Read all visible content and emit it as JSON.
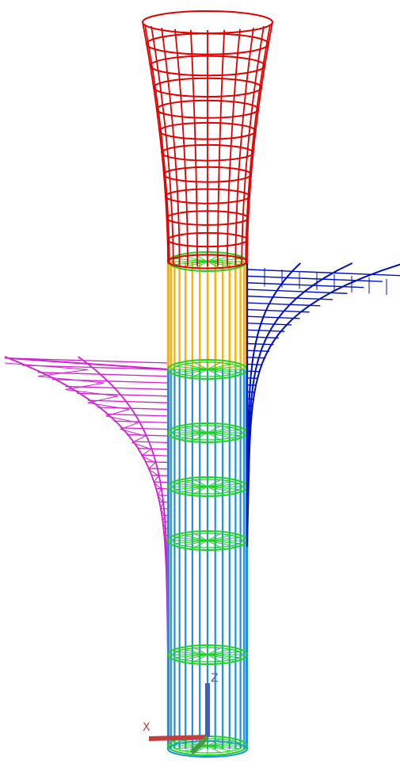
{
  "viewport": {
    "background": "#ffffff",
    "view": "3d-wireframe"
  },
  "colors": {
    "funnel": "#e00000",
    "throat": "#ffb000",
    "column": "#1e8fe8",
    "rings": "#1fd21f",
    "right_wing": "#0010c0",
    "left_wing": "#d020d0",
    "ucs_x": "#c04040",
    "ucs_y": "#40a040",
    "ucs_z": "#4060c0"
  },
  "ucs": {
    "x_marker": "X",
    "z_label": "Z",
    "icon": "ucs-axis-icon"
  }
}
